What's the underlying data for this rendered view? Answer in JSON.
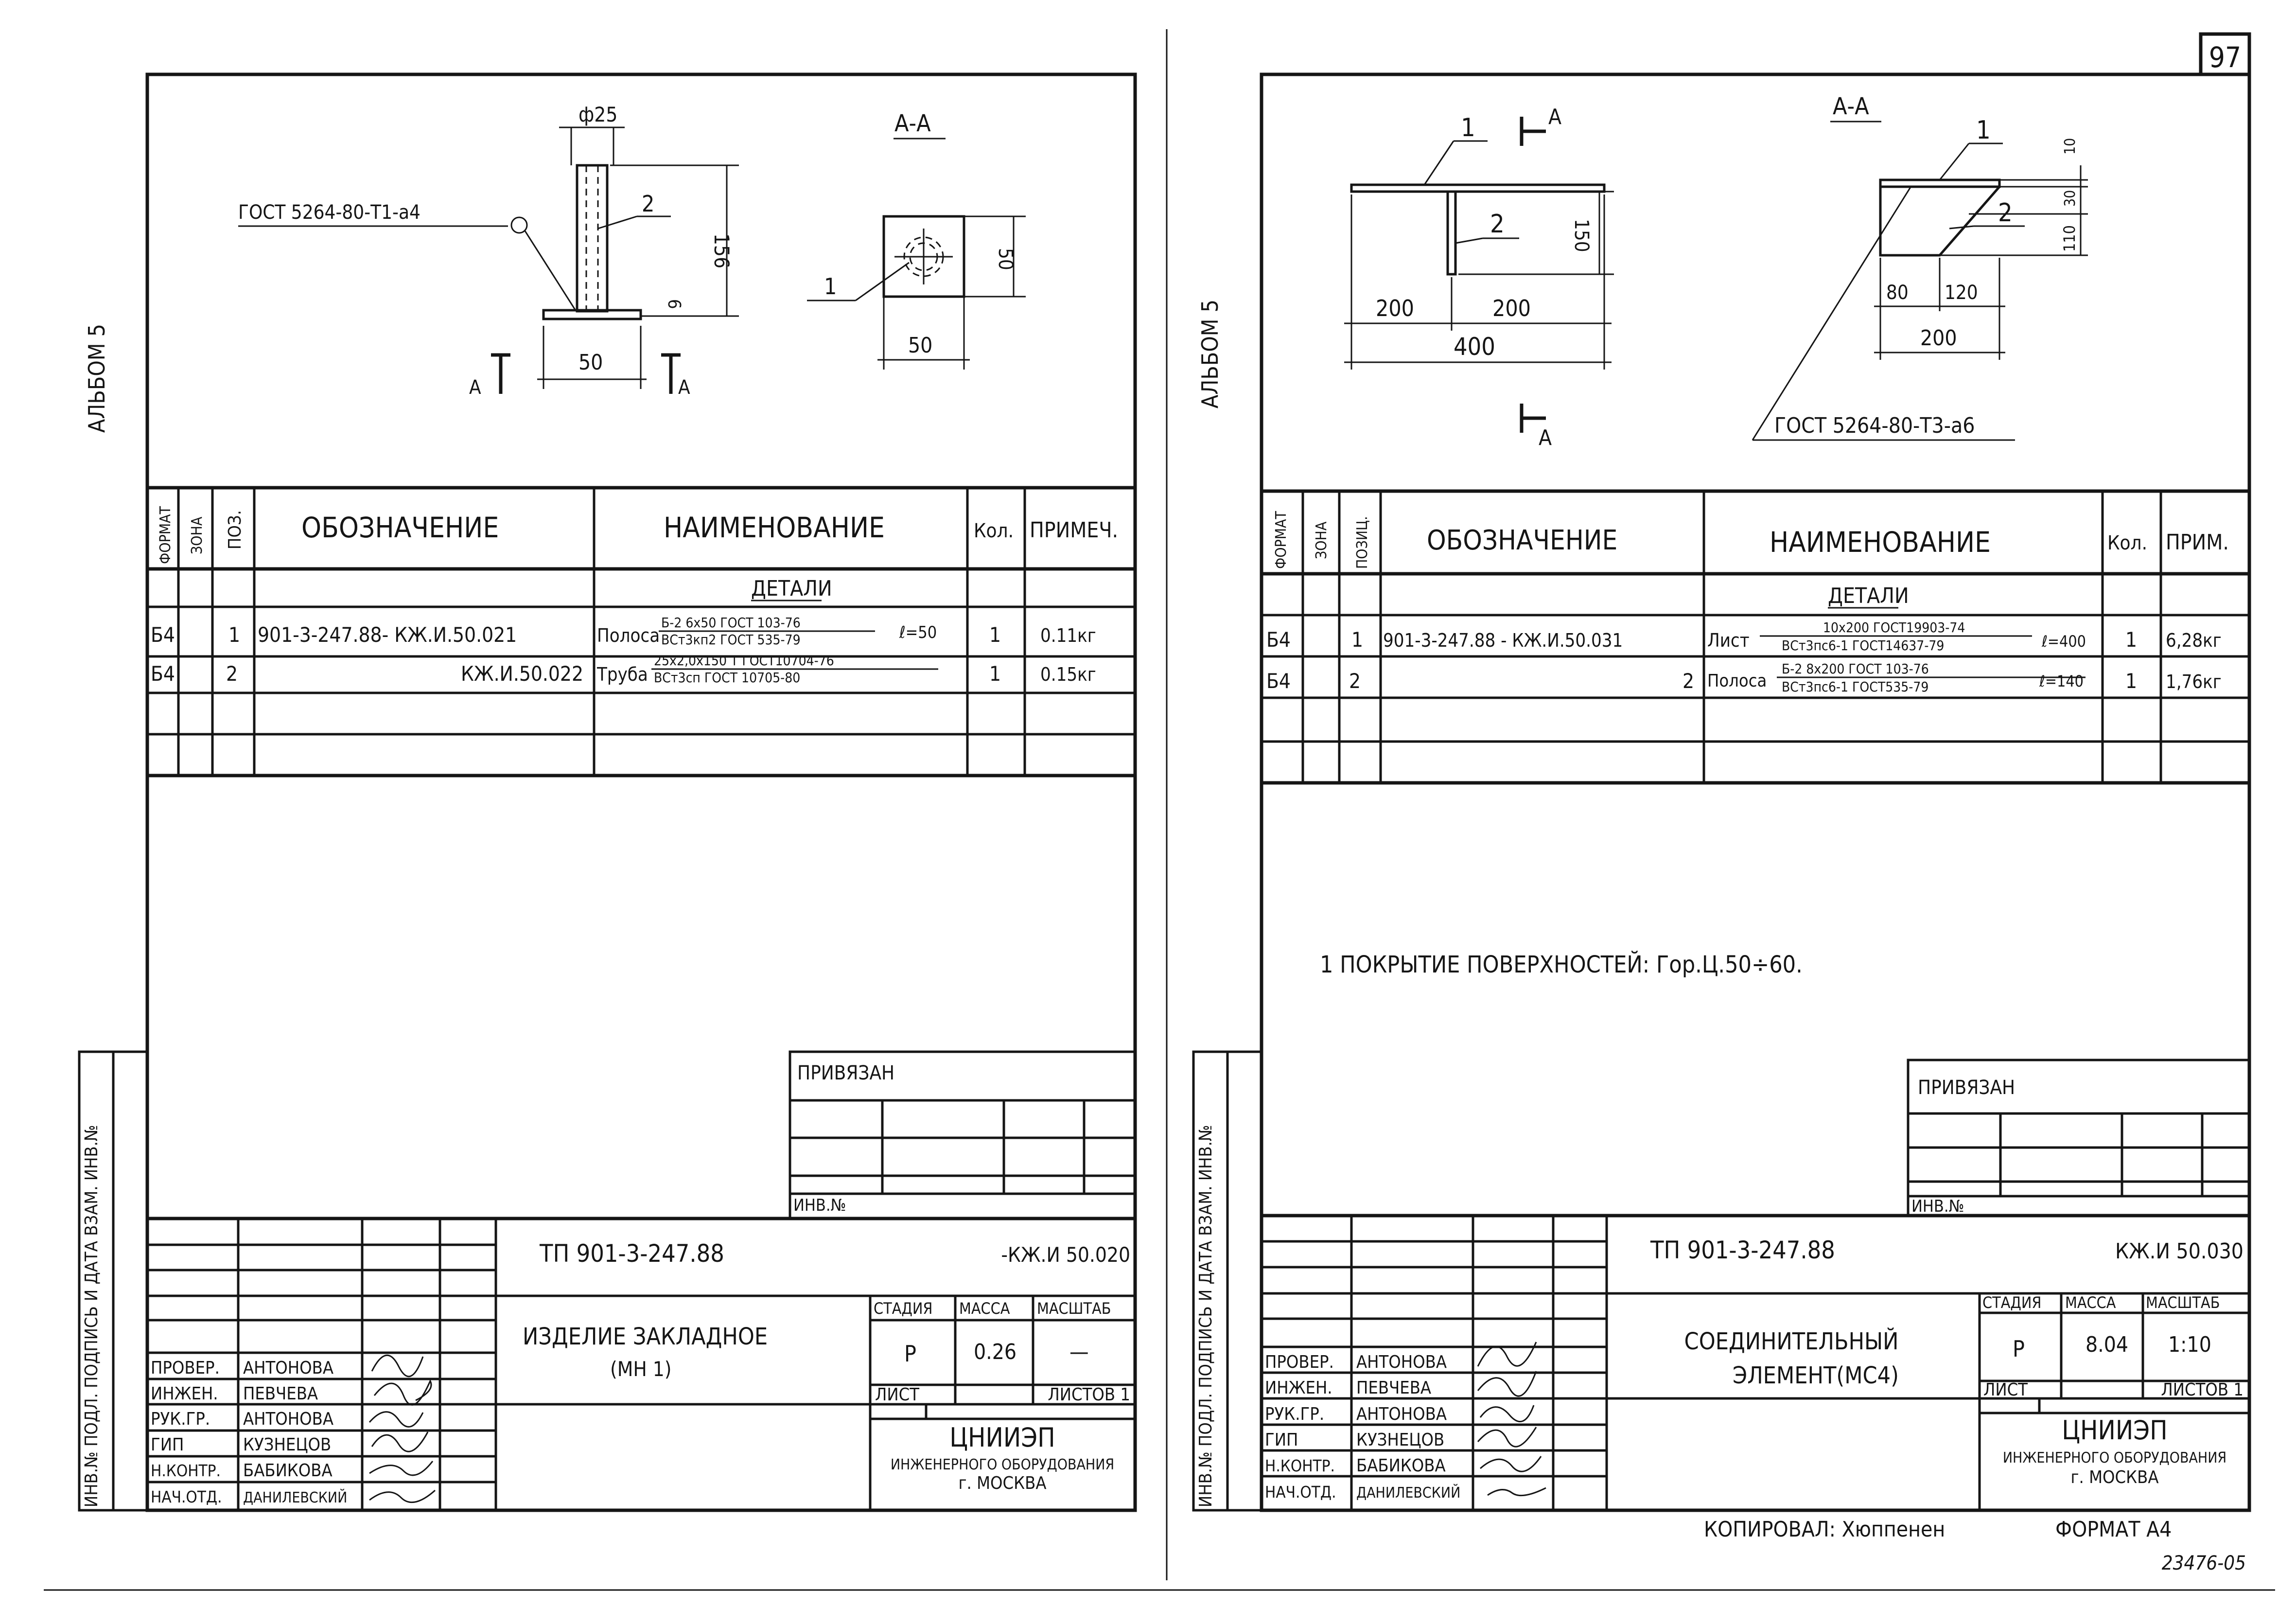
{
  "page_number": "97",
  "copied_by": "КОПИРОВАЛ: Хюппенен",
  "format": "ФОРМАТ А4",
  "inventory_stamp": "23476-05",
  "left_sheet": {
    "album": "АЛЬБОМ 5",
    "section_label": "А-А",
    "weld_note": "ГОСТ 5264-80-Т1-а4",
    "dims": {
      "diameter": "ф25",
      "height": "156",
      "plate_t": "6",
      "width": "50",
      "section_w": "50",
      "section_h": "50"
    },
    "positions": {
      "p1": "1",
      "p2": "2"
    },
    "cut_mark": "А",
    "spec_headers": {
      "format": "ФОРМАТ",
      "zone": "ЗОНА",
      "pos": "ПОЗ.",
      "designation": "ОБОЗНАЧЕНИЕ",
      "name": "НАИМЕНОВАНИЕ",
      "qty": "Кол.",
      "note": "ПРИМЕЧ."
    },
    "group": "ДЕТАЛИ",
    "rows": [
      {
        "format": "Б4",
        "pos": "1",
        "designation": "901-3-247.88- КЖ.И.50.021",
        "name_a": "Полоса",
        "name_b": "Б-2 6х50 ГОСТ 103-76",
        "name_c": "ВСт3кп2 ГОСТ 535-79",
        "len": "ℓ=50",
        "qty": "1",
        "note": "0.11кг"
      },
      {
        "format": "Б4",
        "pos": "2",
        "designation": "КЖ.И.50.022",
        "name_a": "Труба",
        "name_b": "25х2,0х150 Т ГОСТ10704-76",
        "name_c": "ВСт3сп ГОСТ 10705-80",
        "len": "",
        "qty": "1",
        "note": "0.15кг"
      }
    ],
    "privyazan": "ПРИВЯЗАН",
    "inv_no": "ИНВ.№",
    "side_labels": "ИНВ.№ ПОДЛ. ПОДПИСЬ И ДАТА ВЗАМ. ИНВ.№",
    "stamp": {
      "code": "ТП 901-3-247.88",
      "doc": "-КЖ.И 50.020",
      "title1": "ИЗДЕЛИЕ ЗАКЛАДНОЕ",
      "title2": "(МН 1)",
      "stage_h": "СТАДИЯ",
      "mass_h": "МАССА",
      "scale_h": "МАСШТАБ",
      "stage": "Р",
      "mass": "0.26",
      "scale": "—",
      "sheet": "ЛИСТ",
      "sheets": "ЛИСТОВ 1",
      "org1": "ЦНИИЭП",
      "org2": "ИНЖЕНЕРНОГО ОБОРУДОВАНИЯ",
      "org3": "г. МОСКВА",
      "roles": [
        "ПРОВЕР.",
        "ИНЖЕН.",
        "РУК.ГР.",
        "ГИП",
        "Н.КОНТР.",
        "НАЧ.ОТД."
      ],
      "names": [
        "АНТОНОВА",
        "ПЕВЧЕВА",
        "АНТОНОВА",
        "КУЗНЕЦОВ",
        "БАБИКОВА",
        "ДАНИЛЕВСКИЙ"
      ]
    }
  },
  "right_sheet": {
    "album": "АЛЬБОМ 5",
    "section_label": "А-А",
    "weld_note": "ГОСТ 5264-80-Т3-а6",
    "dims": {
      "h150": "150",
      "w200a": "200",
      "w200b": "200",
      "w400": "400",
      "d10": "10",
      "d30": "30",
      "d110": "110",
      "d80": "80",
      "d120": "120",
      "d200": "200"
    },
    "positions": {
      "p1": "1",
      "p2": "2"
    },
    "cut_mark": "А",
    "spec_headers": {
      "format": "ФОРМАТ",
      "zone": "ЗОНА",
      "pos": "ПОЗИЦ.",
      "designation": "ОБОЗНАЧЕНИЕ",
      "name": "НАИМЕНОВАНИЕ",
      "qty": "Кол.",
      "note": "ПРИМ."
    },
    "group": "ДЕТАЛИ",
    "rows": [
      {
        "format": "Б4",
        "pos": "1",
        "designation": "901-3-247.88 - КЖ.И.50.031",
        "name_a": "Лист",
        "name_b": "10х200 ГОСТ19903-74",
        "name_c": "ВСт3пс6-1 ГОСТ14637-79",
        "len": "ℓ=400",
        "qty": "1",
        "note": "6,28кг"
      },
      {
        "format": "Б4",
        "pos": "2",
        "designation": "2",
        "name_a": "Полоса",
        "name_b": "Б-2 8х200 ГОСТ 103-76",
        "name_c": "ВСт3пс6-1 ГОСТ535-79",
        "len": "ℓ=140",
        "qty": "1",
        "note": "1,76кг"
      }
    ],
    "coating_note": "1 ПОКРЫТИЕ   ПОВЕРХНОСТЕЙ:  Гор.Ц.50÷60.",
    "privyazan": "ПРИВЯЗАН",
    "inv_no": "ИНВ.№",
    "side_labels": "ИНВ.№ ПОДЛ. ПОДПИСЬ И ДАТА ВЗАМ. ИНВ.№",
    "stamp": {
      "code": "ТП 901-3-247.88",
      "doc": "КЖ.И 50.030",
      "title1": "СОЕДИНИТЕЛЬНЫЙ",
      "title2": "ЭЛЕМЕНТ(МС4)",
      "stage_h": "СТАДИЯ",
      "mass_h": "МАССА",
      "scale_h": "МАСШТАБ",
      "stage": "Р",
      "mass": "8.04",
      "scale": "1:10",
      "sheet": "ЛИСТ",
      "sheets": "ЛИСТОВ 1",
      "org1": "ЦНИИЭП",
      "org2": "ИНЖЕНЕРНОГО ОБОРУДОВАНИЯ",
      "org3": "г. МОСКВА",
      "roles": [
        "ПРОВЕР.",
        "ИНЖЕН.",
        "РУК.ГР.",
        "ГИП",
        "Н.КОНТР.",
        "НАЧ.ОТД."
      ],
      "names": [
        "АНТОНОВА",
        "ПЕВЧЕВА",
        "АНТОНОВА",
        "КУЗНЕЦОВ",
        "БАБИКОВА",
        "ДАНИЛЕВСКИЙ"
      ]
    }
  }
}
